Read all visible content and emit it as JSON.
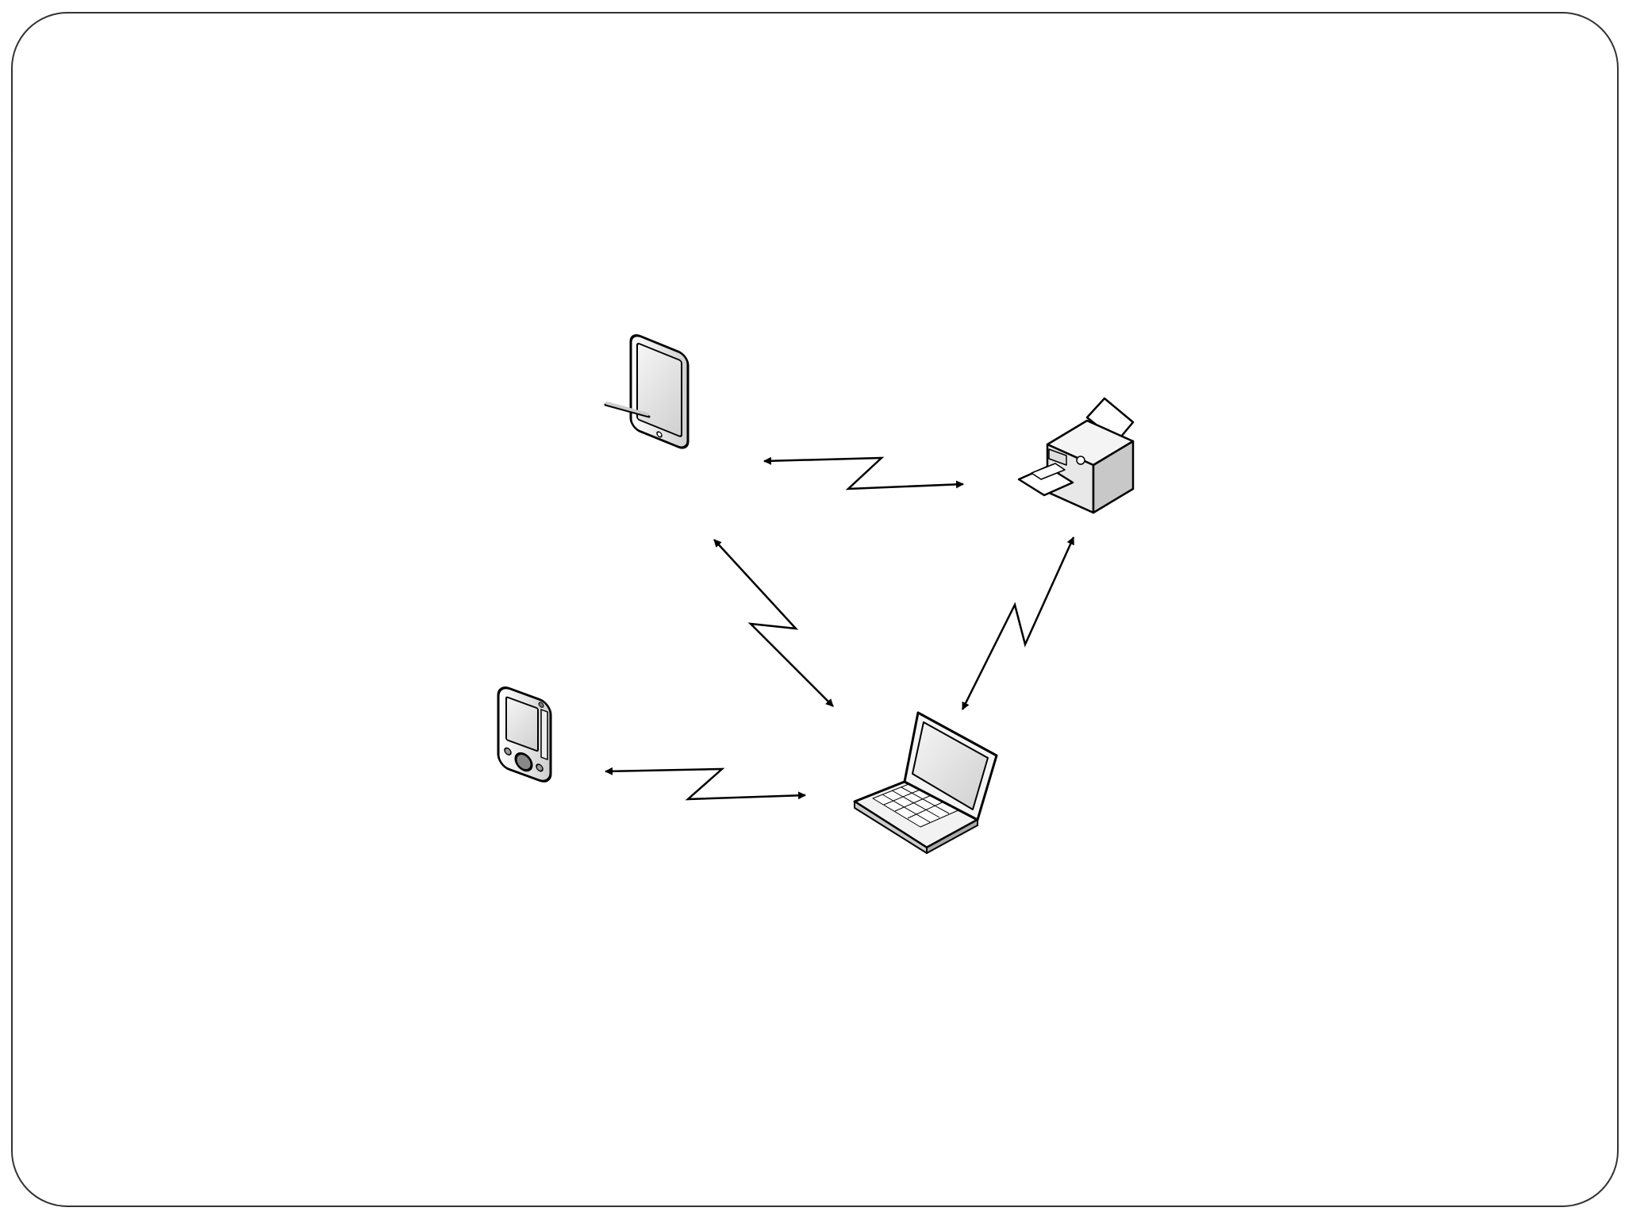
{
  "slide": {
    "frame": "rounded-border",
    "background": "#ffffff",
    "border_color": "#333333"
  },
  "diagram": {
    "type": "wireless-network",
    "nodes": [
      {
        "id": "tablet",
        "icon": "tablet-with-stylus-icon"
      },
      {
        "id": "printer",
        "icon": "printer-icon"
      },
      {
        "id": "pda",
        "icon": "pda-icon"
      },
      {
        "id": "laptop",
        "icon": "laptop-icon"
      }
    ],
    "links": [
      {
        "from": "tablet",
        "to": "printer",
        "style": "wireless-zigzag",
        "direction": "bidirectional"
      },
      {
        "from": "tablet",
        "to": "laptop",
        "style": "wireless-zigzag",
        "direction": "bidirectional"
      },
      {
        "from": "printer",
        "to": "laptop",
        "style": "wireless-zigzag",
        "direction": "bidirectional"
      },
      {
        "from": "pda",
        "to": "laptop",
        "style": "wireless-zigzag",
        "direction": "bidirectional"
      }
    ]
  }
}
